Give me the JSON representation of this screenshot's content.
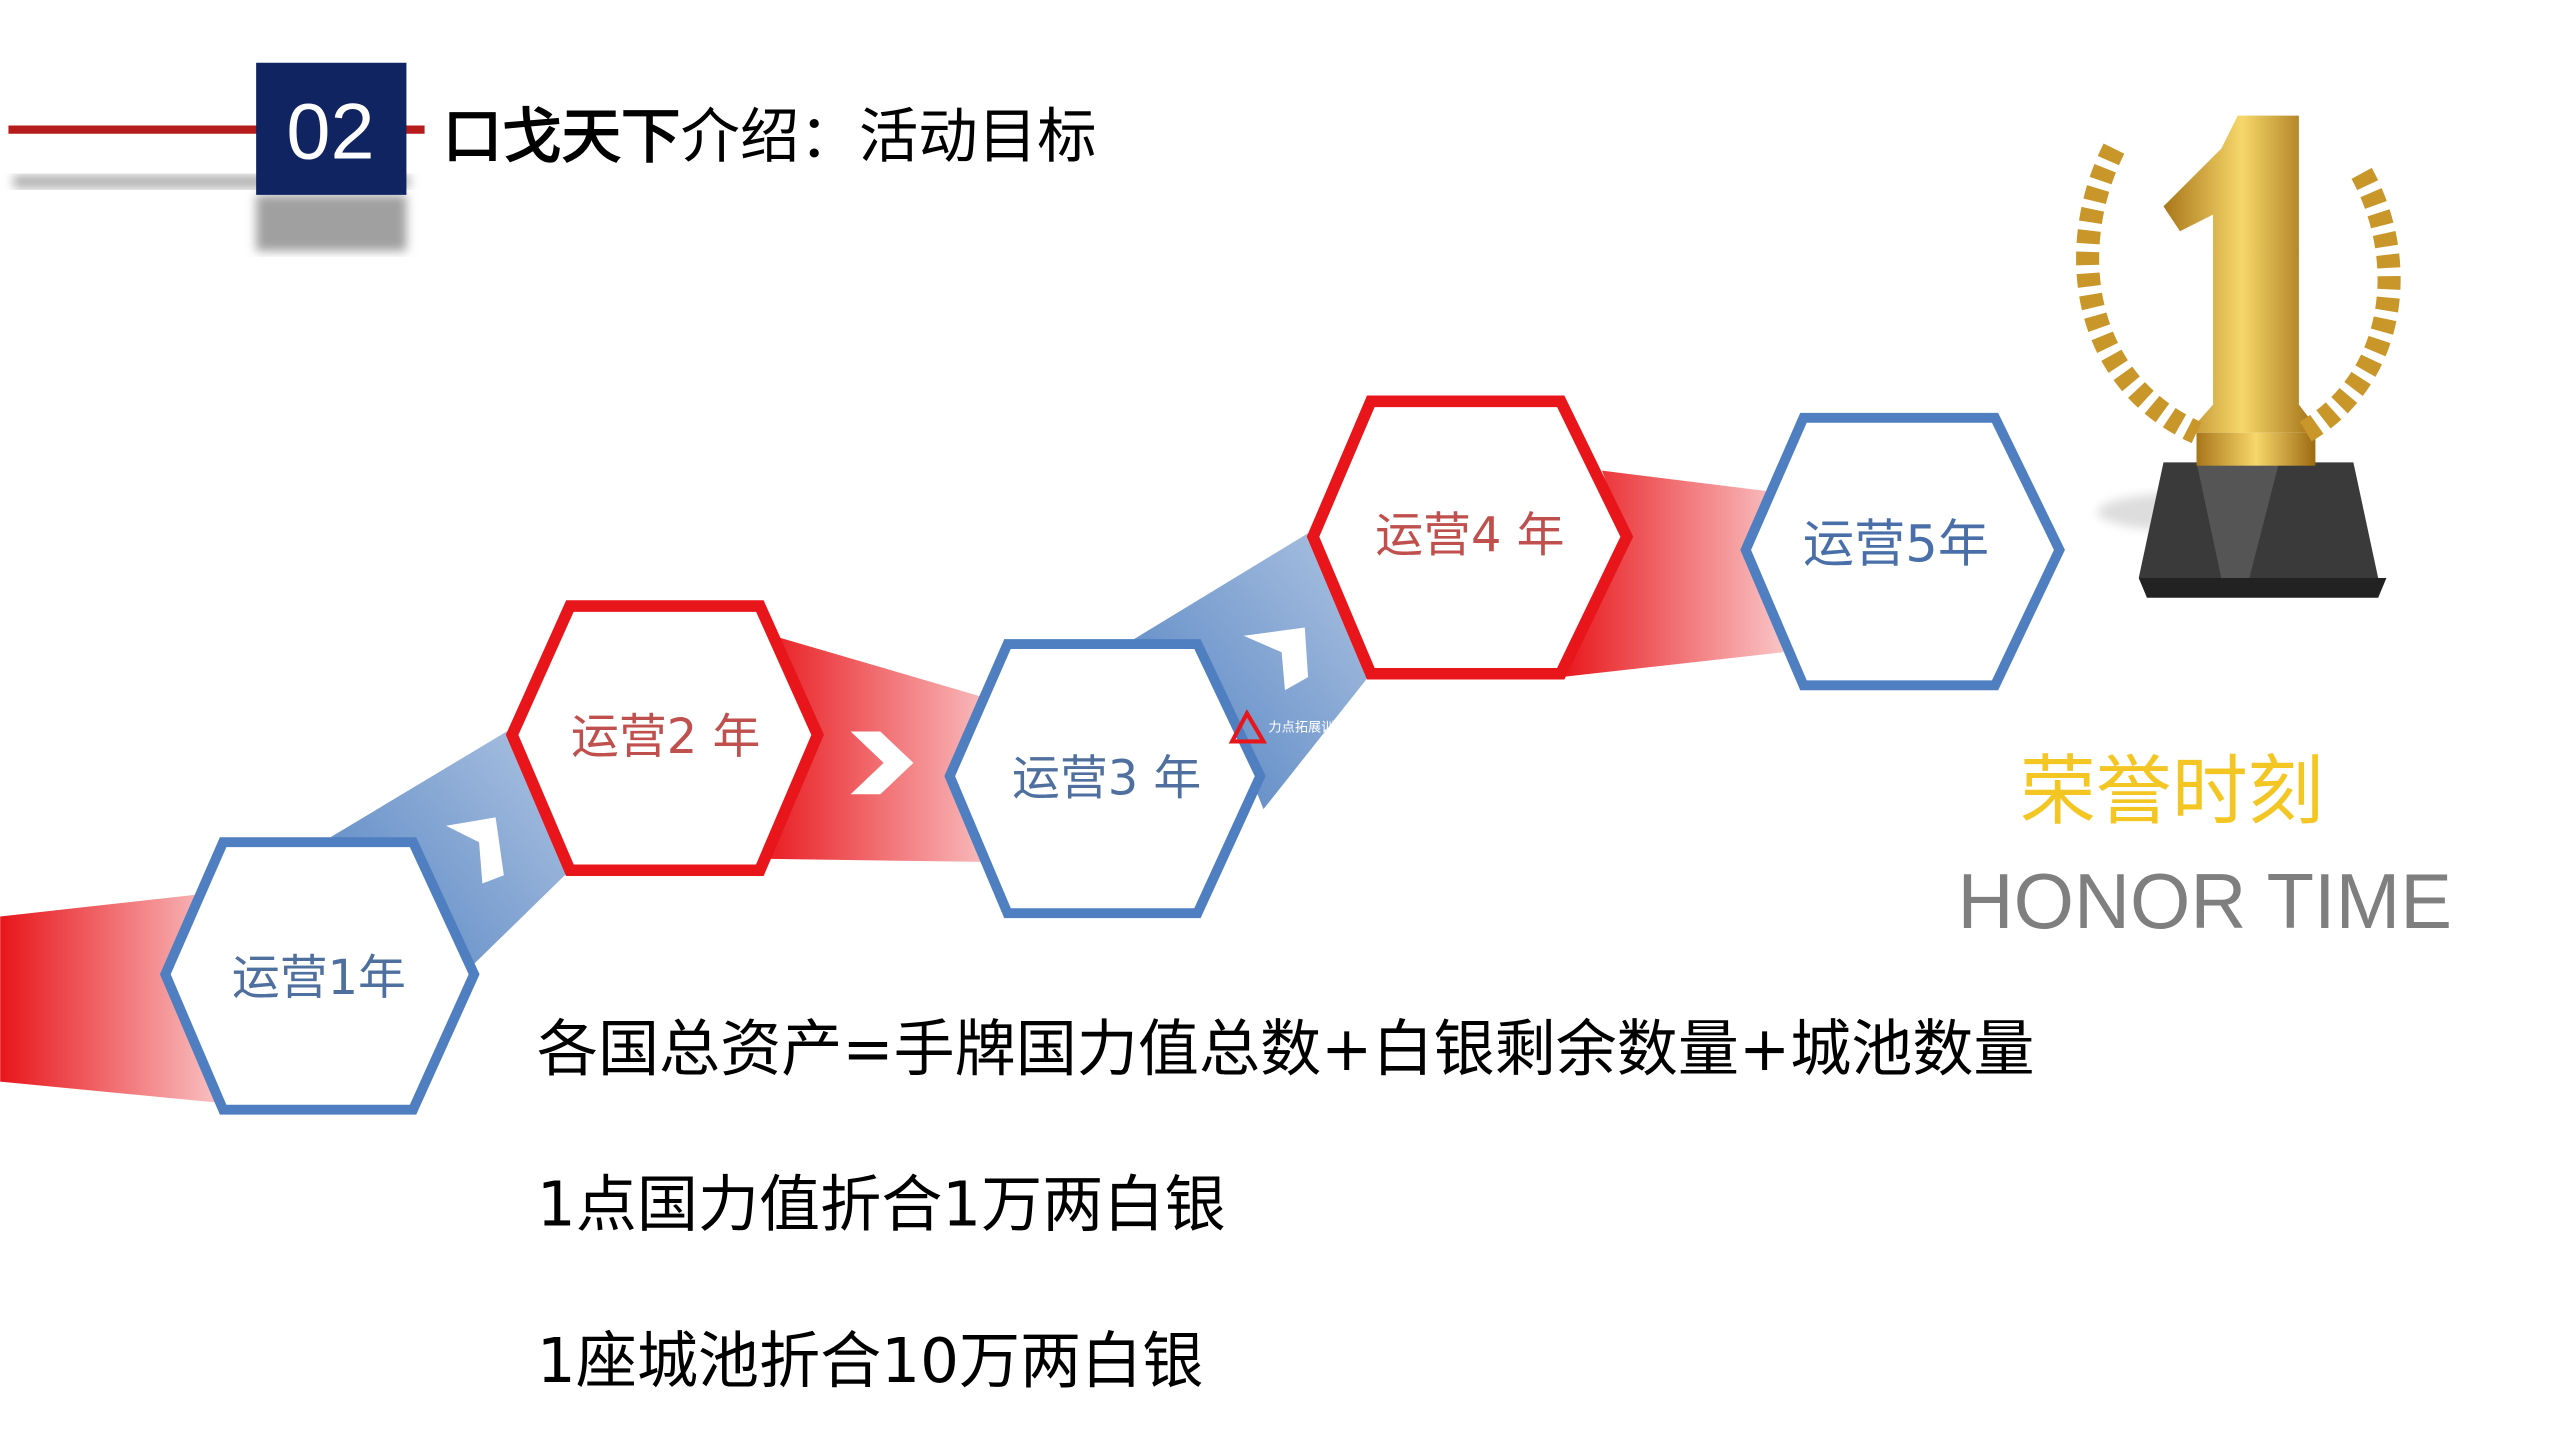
{
  "header": {
    "number": "02",
    "title_bold": "口戈天下",
    "title_rest": "介绍：活动目标"
  },
  "steps": [
    {
      "label": "运营1年",
      "color": "#4f7fc0"
    },
    {
      "label": "运营2 年",
      "color": "#e8161b"
    },
    {
      "label": "运营3 年",
      "color": "#4f7fc0"
    },
    {
      "label": "运营4 年",
      "color": "#e8161b"
    },
    {
      "label": "运营5年",
      "color": "#4f7fc0"
    }
  ],
  "honor": {
    "cn": "荣誉时刻",
    "en": "HONOR TIME",
    "cn_color": "#f3c623",
    "en_color": "#7f7f7f"
  },
  "watermark": "力点拓展训",
  "rules": [
    "各国总资产=手牌国力值总数+白银剩余数量+城池数量",
    "1点国力值折合1万两白银",
    "1座城池折合10万两白银"
  ]
}
